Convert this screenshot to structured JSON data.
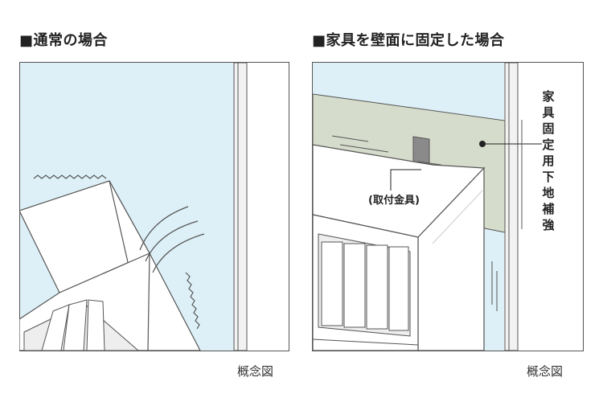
{
  "left_panel": {
    "title": "■通常の場合",
    "caption": "概念図"
  },
  "right_panel": {
    "title": "■家具を壁面に固定した場合",
    "caption": "概念図",
    "bracket_label": "(取付金具)",
    "reinforcement_label": "家具固定用下地補強"
  },
  "colors": {
    "sky": "#ddf0f7",
    "reinforcement_panel": "#d6dccb",
    "bracket": "#8a8a8a",
    "line": "#555555",
    "wall": "#ffffff"
  }
}
